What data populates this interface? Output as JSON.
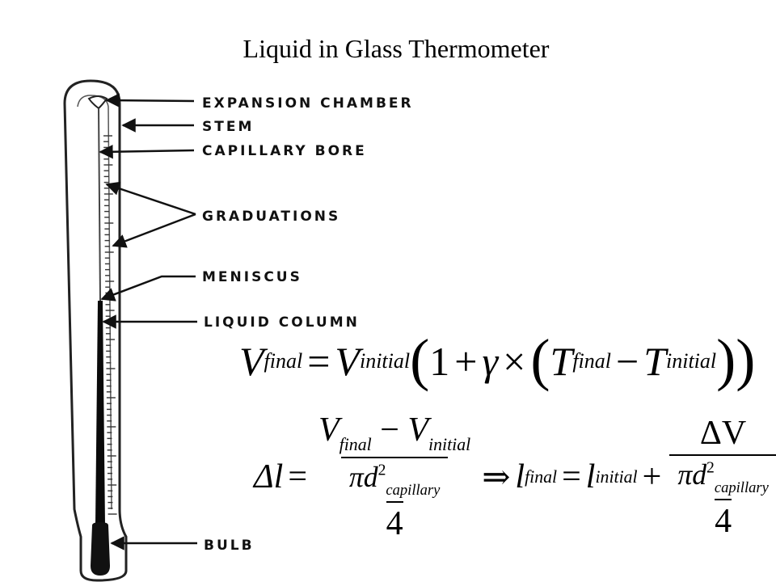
{
  "title": "Liquid in Glass Thermometer",
  "labels": {
    "expansion_chamber": "EXPANSION CHAMBER",
    "stem": "STEM",
    "capillary_bore": "CAPILLARY BORE",
    "graduations": "GRADUATIONS",
    "meniscus": "MENISCUS",
    "liquid_column": "LIQUID COLUMN",
    "bulb": "BULB"
  },
  "equations": {
    "eq1": {
      "V": "V",
      "sub_final": "final",
      "equals": "=",
      "sub_initial": "initial",
      "open_paren": "(",
      "one": "1",
      "plus": "+",
      "gamma": "γ",
      "times": "×",
      "T": "T",
      "minus": "−",
      "close_parens": "))"
    },
    "eq2": {
      "delta_l": "Δl",
      "equals": "=",
      "V": "V",
      "sub_final": "final",
      "minus": "−",
      "sub_initial": "initial",
      "pi_d": "πd",
      "sup_2": "2",
      "sub_capillary": "capillary",
      "four": "4",
      "implies": "⇒",
      "l": "l",
      "plus": "+",
      "delta_V": "ΔV"
    }
  }
}
